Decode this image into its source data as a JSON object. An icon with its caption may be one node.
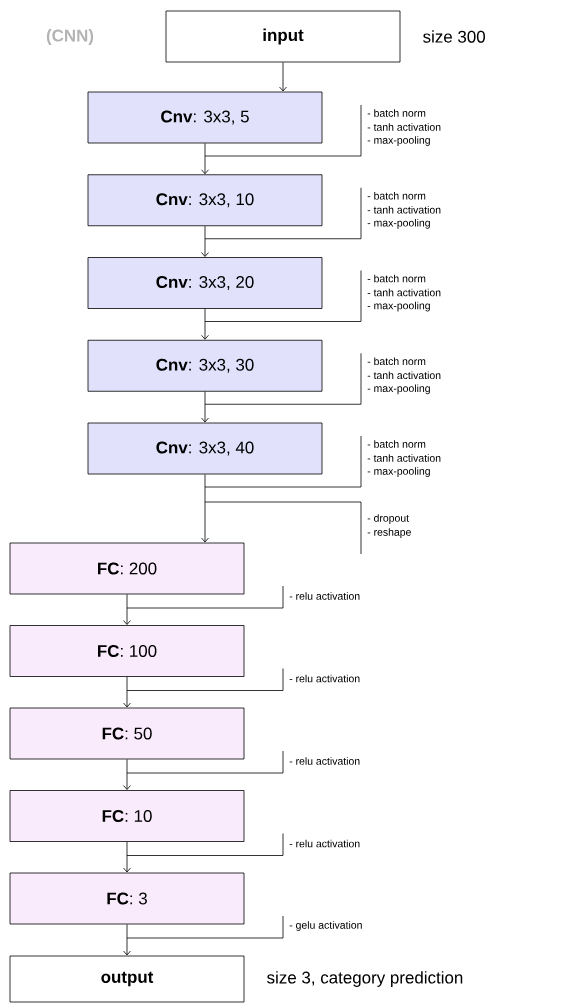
{
  "diagram": {
    "title": "(CNN)",
    "nodes": [
      {
        "text": [
          "input"
        ],
        "beside": [
          "size 300"
        ]
      },
      {
        "text": [
          "**Cnv**: 3x3, 5"
        ]
      },
      {
        "text": [
          "**Cnv**: 3x3, 10"
        ]
      },
      {
        "text": [
          "**Cnv**: 3x3, 20"
        ]
      },
      {
        "text": [
          "**Cnv**: 3x3, 30"
        ]
      },
      {
        "text": [
          "**Cnv**: 3x3, 40"
        ]
      },
      {
        "text": [
          "**FC**: 200"
        ]
      },
      {
        "text": [
          "**FC**: 100"
        ]
      },
      {
        "text": [
          "**FC**: 50"
        ]
      },
      {
        "text": [
          "**FC**: 10"
        ]
      },
      {
        "text": [
          "**FC**: 3"
        ]
      },
      {
        "text": [
          "output"
        ],
        "beside": [
          "size 3, category prediction"
        ]
      }
    ],
    "edges": [
      {
        "from": 0,
        "to": 1,
        "arrow": "to"
      },
      {
        "from": 1,
        "to": 2,
        "arrow": "to"
      },
      {
        "from": 2,
        "to": 3,
        "arrow": "to"
      },
      {
        "from": 3,
        "to": 4,
        "arrow": "to"
      },
      {
        "from": 4,
        "to": 5,
        "arrow": "to"
      },
      {
        "from": 5,
        "to": 6,
        "arrow": "to"
      },
      {
        "from": 6,
        "to": 7,
        "arrow": "to"
      },
      {
        "from": 7,
        "to": 8,
        "arrow": "to"
      },
      {
        "from": 8,
        "to": 9,
        "arrow": "to"
      },
      {
        "from": 9,
        "to": 10,
        "arrow": "to"
      },
      {
        "from": 10,
        "to": 11,
        "arrow": "to"
      }
    ],
    "labels": [
      "- batch norm",
      "- tanh activation",
      "- max-pooling",
      "- batch norm",
      "- tanh activation",
      "- max-pooling",
      "- batch norm",
      "- tanh activation",
      "- max-pooling",
      "- batch norm",
      "- tanh activation",
      "- max-pooling",
      "- batch norm",
      "- tanh activation",
      "- max-pooling",
      "- dropout",
      "- reshape",
      "- relu activation",
      "- relu activation",
      "- relu activation",
      "- relu activation",
      "- gelu activation"
    ]
  }
}
